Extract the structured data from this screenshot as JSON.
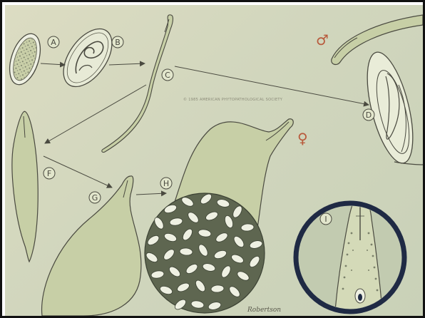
{
  "stage_labels": {
    "a": "A",
    "b": "B",
    "c": "C",
    "d": "D",
    "f": "F",
    "g": "G",
    "h": "H",
    "i": "I"
  },
  "symbols": {
    "male": "♂",
    "female": "♀"
  },
  "copyright": "© 1985 AMERICAN PHYTOPATHOLOGICAL SOCIETY",
  "signature": "Robertson",
  "colors": {
    "background": "#d4d9be",
    "ink": "#4a4a40",
    "body_fill": "#c7cfa6",
    "egg_fill": "#eef0e2",
    "ring": "#1f2a44",
    "symbol": "#b85a3c"
  }
}
